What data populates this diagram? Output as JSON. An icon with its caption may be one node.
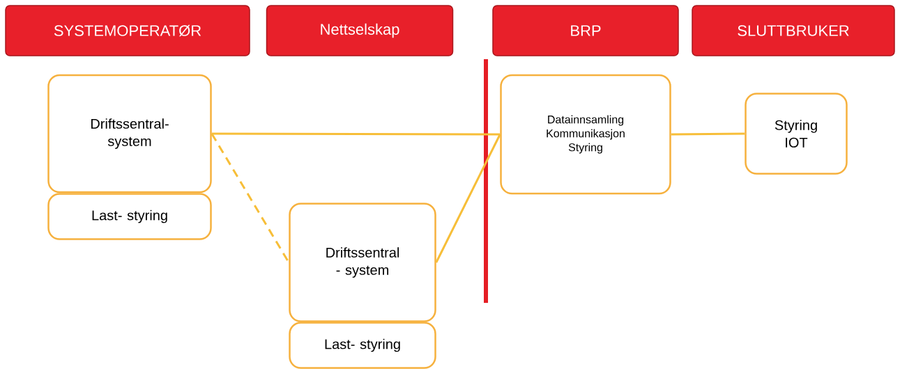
{
  "diagram": {
    "nodes": [
      {
        "text": [
          "SYSTEMOPERATØR"
        ]
      },
      {
        "text": [
          "Nettselskap"
        ]
      },
      {
        "text": [
          "BRP"
        ]
      },
      {
        "text": [
          "SLUTTBRUKER"
        ]
      },
      {
        "text": [
          "Driftssentral- system"
        ]
      },
      {
        "text": [
          "Last- styring"
        ]
      },
      {
        "text": [
          "Driftssentral - system"
        ]
      },
      {
        "text": [
          "Last- styring"
        ]
      },
      {
        "text": [
          "Datainnsamling Kommunikasjon Styring"
        ]
      },
      {
        "text": [
          "Styring IOT"
        ]
      }
    ],
    "edges": [
      {
        "from": 4,
        "to": 8,
        "arrow": "none"
      },
      {
        "from": 4,
        "to": 6,
        "arrow": "none",
        "style": "dashed"
      },
      {
        "from": 6,
        "to": 8,
        "arrow": "none"
      },
      {
        "from": 8,
        "to": 9,
        "arrow": "none"
      }
    ]
  }
}
